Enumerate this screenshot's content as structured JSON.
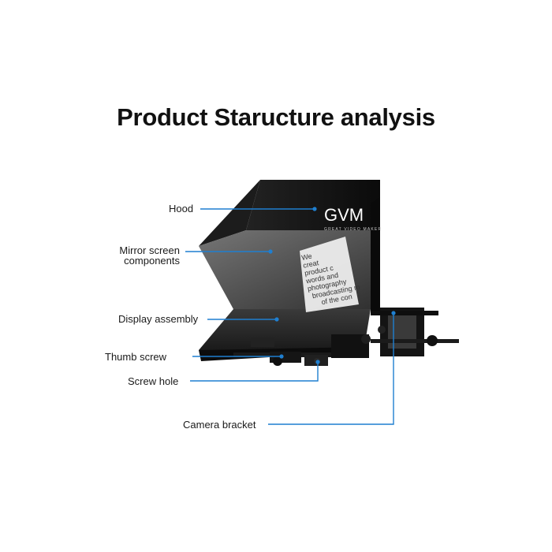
{
  "title": "Product Staructure analysis",
  "brand": {
    "logo": "GVM",
    "tagline": "GREAT VIDEO MAKER"
  },
  "labels": {
    "hood": "Hood",
    "mirror_line1": "Mirror screen",
    "mirror_line2": "components",
    "display": "Display assembly",
    "thumb_screw": "Thumb screw",
    "screw_hole": "Screw hole",
    "camera_bracket": "Camera bracket"
  },
  "screen_text": [
    "We",
    "creat",
    "product c",
    "words and",
    "photography",
    "broadcasting m",
    "of the con"
  ],
  "colors": {
    "leader": "#1f7fd0",
    "hood": "#141414",
    "text": "#1a1a1a"
  }
}
